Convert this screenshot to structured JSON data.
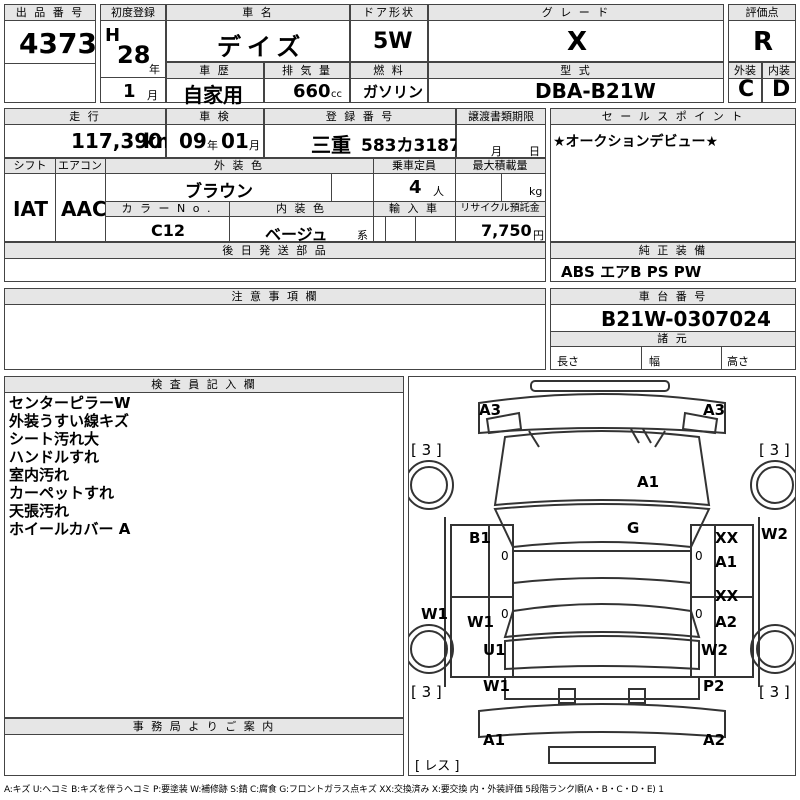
{
  "header": {
    "lot_label": "出 品 番 号",
    "lot_number": "4373",
    "first_reg_label": "初度登録",
    "era": "H",
    "year": "28",
    "year_unit": "年",
    "month": "1",
    "month_unit": "月",
    "car_name_label": "車 名",
    "car_name": "デイズ",
    "door_label": "ドア形状",
    "door": "5W",
    "grade_label": "グ レ ー ド",
    "grade": "X",
    "score_label": "評価点",
    "score": "R",
    "history_label": "車 歴",
    "history": "自家用",
    "displacement_label": "排 気 量",
    "displacement": "660",
    "displacement_unit": "cc",
    "fuel_label": "燃 料",
    "fuel": "ガソリン",
    "model_label": "型 式",
    "model": "DBA-B21W",
    "exterior_label": "外装",
    "exterior_grade": "C",
    "interior_label": "内装",
    "interior_grade": "D"
  },
  "row2": {
    "mileage_label": "走 行",
    "mileage": "117,390",
    "mileage_unit": "km",
    "inspection_label": "車 検",
    "inspection_year": "09",
    "inspection_year_unit": "年",
    "inspection_month": "01",
    "inspection_month_unit": "月",
    "plate_label": "登 録 番 号",
    "plate_pref": "三重",
    "plate_number": "583カ3187",
    "transfer_label": "譲渡書類期限",
    "transfer_month_unit": "月",
    "transfer_day_unit": "日",
    "sales_point_label": "セ ー ル ス ポ イ ン ト",
    "sales_point": "★オークションデビュー★"
  },
  "row3": {
    "shift_label": "シフト",
    "shift": "IAT",
    "ac_label": "エアコン",
    "ac": "AAC",
    "ext_color_label": "外 装 色",
    "ext_color": "ブラウン",
    "capacity_label": "乗車定員",
    "capacity": "4",
    "capacity_unit": "人",
    "max_load_label": "最大積載量",
    "max_load_unit": "kg",
    "color_no_label": "カ ラ ー N o .",
    "color_no": "C12",
    "int_color_label": "内 装 色",
    "int_color": "ベージュ",
    "int_color_suffix": "系",
    "import_label": "輸 入 車",
    "recycle_label": "リサイクル預託金",
    "recycle": "7,750",
    "recycle_unit": "円"
  },
  "parts_label": "後 日 発 送 部 品",
  "equipment_label": "純 正 装 備",
  "equipment": "ABS エアB PS PW",
  "notes_label": "注 意 事 項 欄",
  "chassis_label": "車 台 番 号",
  "chassis": "B21W-0307024",
  "specs_label": "諸 元",
  "length_label": "長さ",
  "width_label": "幅",
  "height_label": "高さ",
  "inspector_label": "検 査 員 記 入 欄",
  "inspector_notes": [
    "センターピラーW",
    "外装うすい線キズ",
    "シート汚れ大",
    "ハンドルすれ",
    "室内汚れ",
    "カーペットすれ",
    "天張汚れ",
    "ホイールカバー A"
  ],
  "office_label": "事 務 局 よ り ご 案 内",
  "diagram": {
    "marks": {
      "a3_left": "A3",
      "a3_right": "A3",
      "tire_fl": "[ 3 ]",
      "tire_fr": "[ 3 ]",
      "tire_rl": "[ 3 ]",
      "tire_rr": "[ 3 ]",
      "hood": "A1",
      "roof": "G",
      "door_fl": "B1",
      "door_fr_1": "XX",
      "door_fr_2": "A1",
      "door_rr_1": "XX",
      "door_rr_2": "A2",
      "pillar_r": "W2",
      "pillar_l": "W1",
      "door_rl": "W1",
      "fender_rl": "U1",
      "bumper_rl": "W1",
      "fender_rr": "W2",
      "bumper_rr": "P2",
      "rear_l": "A1",
      "rear_r": "A2",
      "spare": "[ レス ]",
      "zero_1": "0",
      "zero_2": "0",
      "zero_3": "0",
      "zero_4": "0"
    }
  },
  "legend": "A:キズ U:ヘコミ B:キズを伴うヘコミ P:要塗装 W:補修跡 S:錆 C:腐食 G:フロントガラス点キズ XX:交換済み X:要交換 内・外装評価 5段階ランク順(A・B・C・D・E) 1"
}
